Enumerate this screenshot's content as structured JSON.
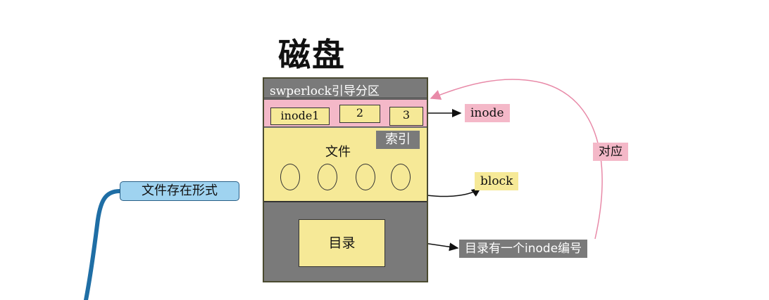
{
  "diagram": {
    "title": "磁盘",
    "superblock_label": "swperlock引导分区",
    "inode_boxes": [
      "inode1",
      "2",
      "3"
    ],
    "index_label": "索引",
    "file_label": "文件",
    "directory_label": "目录",
    "root_topic": "文件存在形式",
    "callouts": {
      "inode": "inode",
      "block": "block",
      "dir_inode": "目录有一个inode编号",
      "correspond": "对应"
    },
    "colors": {
      "pink": "#f4b8c8",
      "yellow": "#f6e997",
      "gray": "#7a7a7a",
      "blue_node": "#9fd3f0",
      "branch": "#1f6ea5"
    }
  }
}
